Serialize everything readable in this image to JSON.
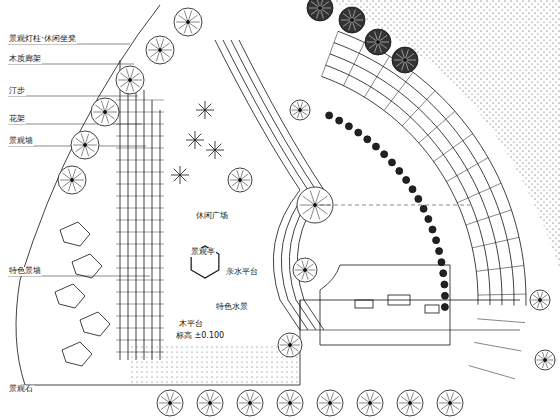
{
  "diagram": {
    "labels": [
      "景观灯柱·休闲坐凳",
      "木质廊架",
      "汀步",
      "花架",
      "景观墙",
      "特色景墙",
      "景观石",
      "休闲广场",
      "景观亭",
      "亲水平台",
      "特色水景",
      "木平台",
      "标高 ±0.100"
    ]
  }
}
